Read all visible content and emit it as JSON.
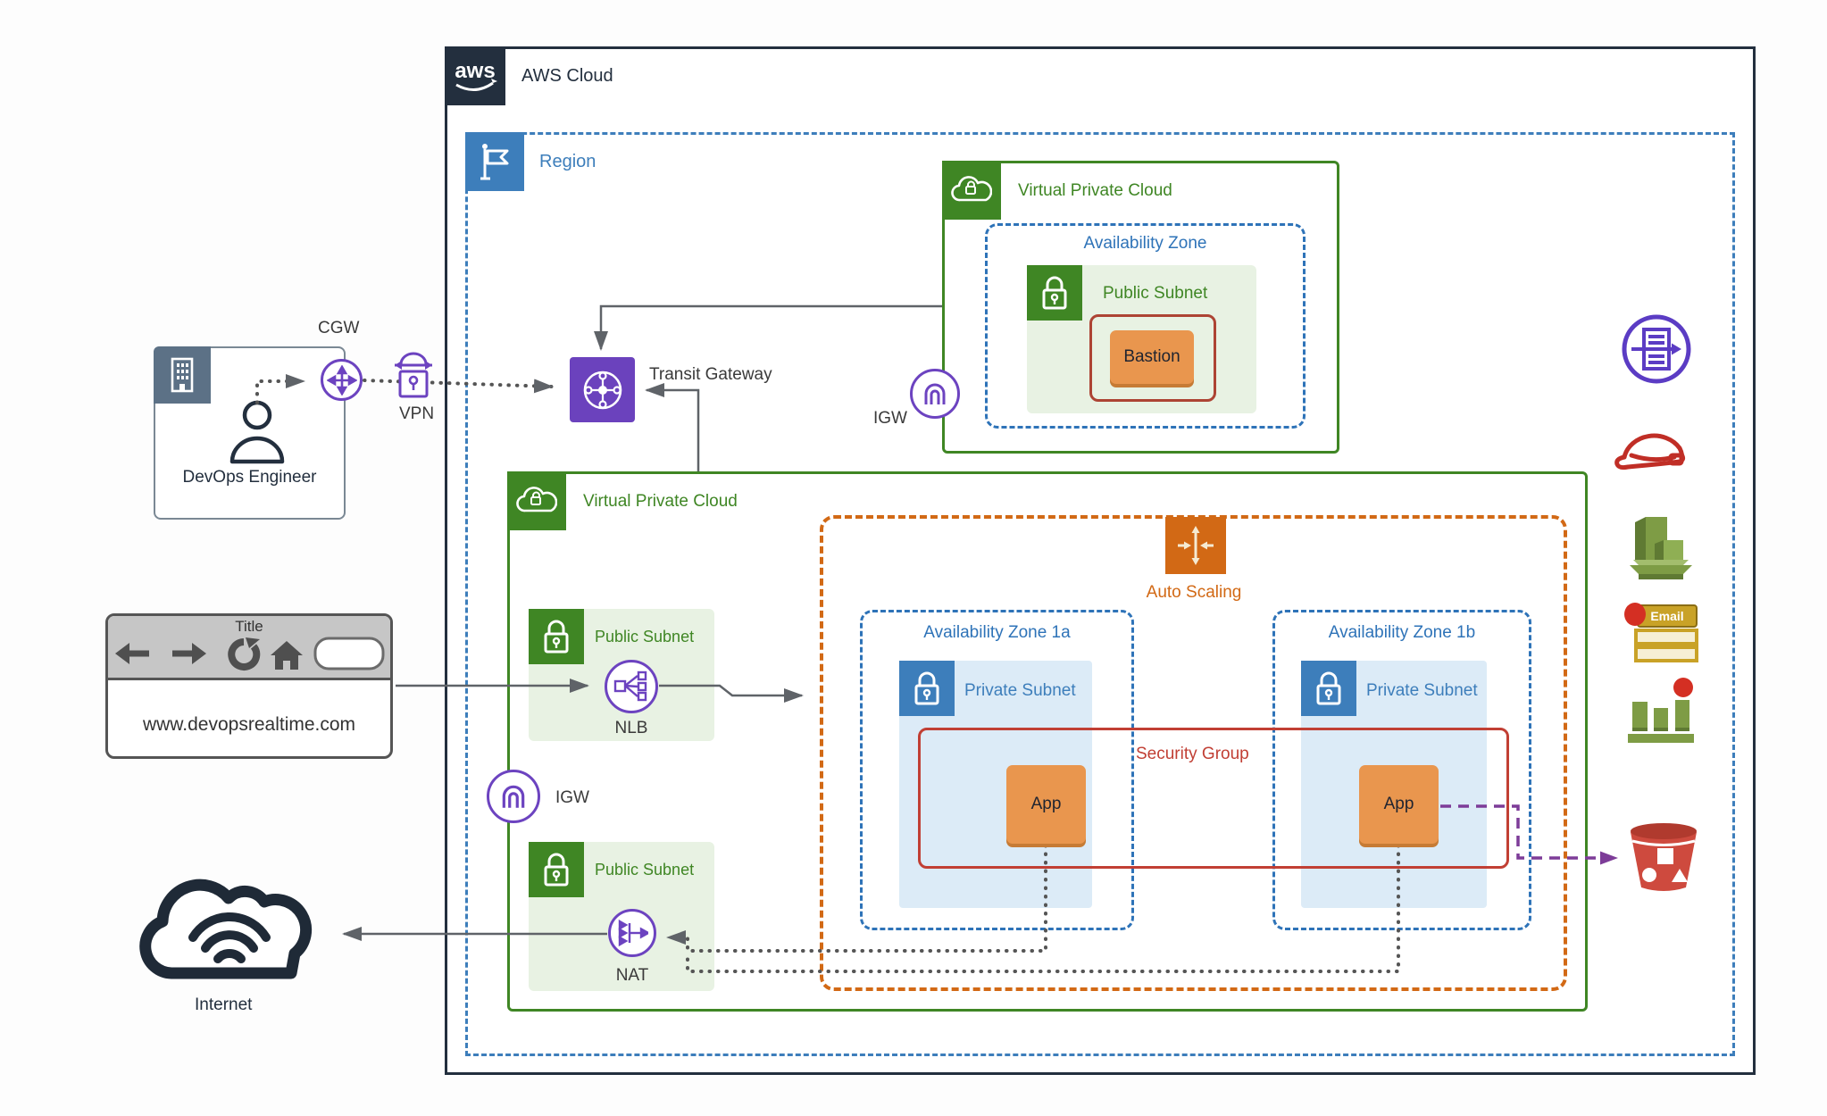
{
  "aws_cloud": {
    "label": "AWS Cloud",
    "logo": "aws"
  },
  "region": {
    "label": "Region"
  },
  "vpc_top": {
    "label": "Virtual Private Cloud",
    "availability_zone": {
      "label": "Availability Zone"
    },
    "public_subnet": {
      "label": "Public Subnet"
    },
    "bastion": {
      "label": "Bastion"
    },
    "igw": {
      "label": "IGW"
    }
  },
  "transit_gateway": {
    "label": "Transit Gateway"
  },
  "cgw": {
    "label": "CGW"
  },
  "vpn": {
    "label": "VPN"
  },
  "devops": {
    "label": "DevOps Engineer"
  },
  "browser": {
    "title": "Title",
    "url": "www.devopsrealtime.com"
  },
  "internet": {
    "label": "Internet"
  },
  "vpc_bottom": {
    "label": "Virtual Private Cloud",
    "nlb_subnet": {
      "label": "Public Subnet",
      "node": "NLB"
    },
    "igw": {
      "label": "IGW"
    },
    "nat_subnet": {
      "label": "Public Subnet",
      "node": "NAT"
    },
    "auto_scaling": {
      "label": "Auto Scaling"
    },
    "az_1a": {
      "label": "Availability Zone 1a",
      "private_subnet": "Private Subnet",
      "app": "App"
    },
    "az_1b": {
      "label": "Availability Zone 1b",
      "private_subnet": "Private Subnet",
      "app": "App"
    },
    "security_group": {
      "label": "Security Group"
    }
  },
  "side_icons": {
    "email_text": "Email",
    "names": [
      "document-transfer-icon",
      "hard-hat-icon",
      "buildings-icon",
      "email-icon",
      "bar-chart-icon",
      "bucket-icon"
    ]
  },
  "colors": {
    "dark": "#232f3e",
    "blue": "#2e73b8",
    "green": "#3f8624",
    "orange": "#d26915",
    "purple": "#6c43c0",
    "red": "#c13f34",
    "app_fill": "#e9964e",
    "bucket_red": "#ce4a3e",
    "gold": "#c9a227",
    "olive": "#7e9c45",
    "wire_gray": "#5f6368"
  }
}
